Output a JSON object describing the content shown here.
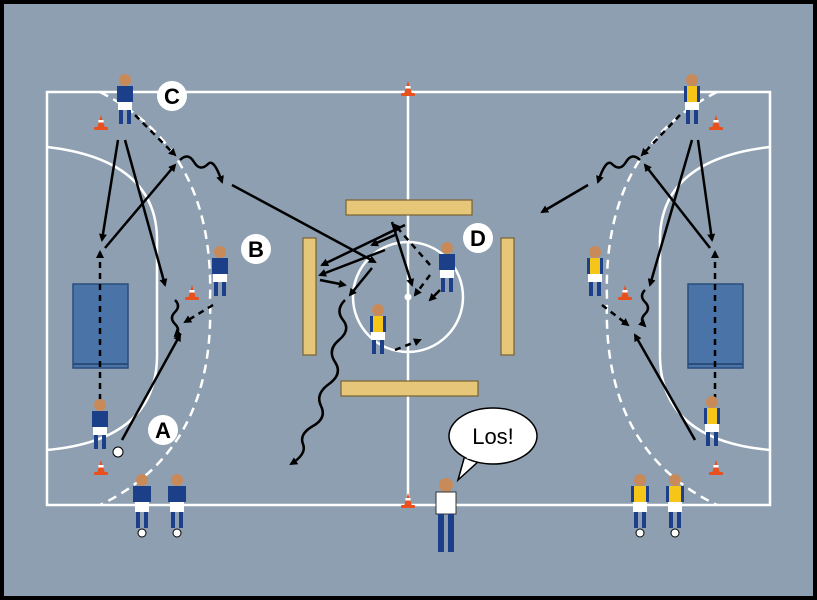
{
  "diagram": {
    "stations": [
      {
        "label": "A"
      },
      {
        "label": "B"
      },
      {
        "label": "C"
      },
      {
        "label": "D"
      }
    ],
    "coach_call": "Los!",
    "colors": {
      "floor": "#8d9fb0",
      "lines": "#ffffff",
      "goal": "#4a73a8",
      "team_blue": "#1c3f8a",
      "vest_yellow": "#f5c518",
      "bench": "#e6c77a",
      "cone": "#e8501e"
    }
  }
}
